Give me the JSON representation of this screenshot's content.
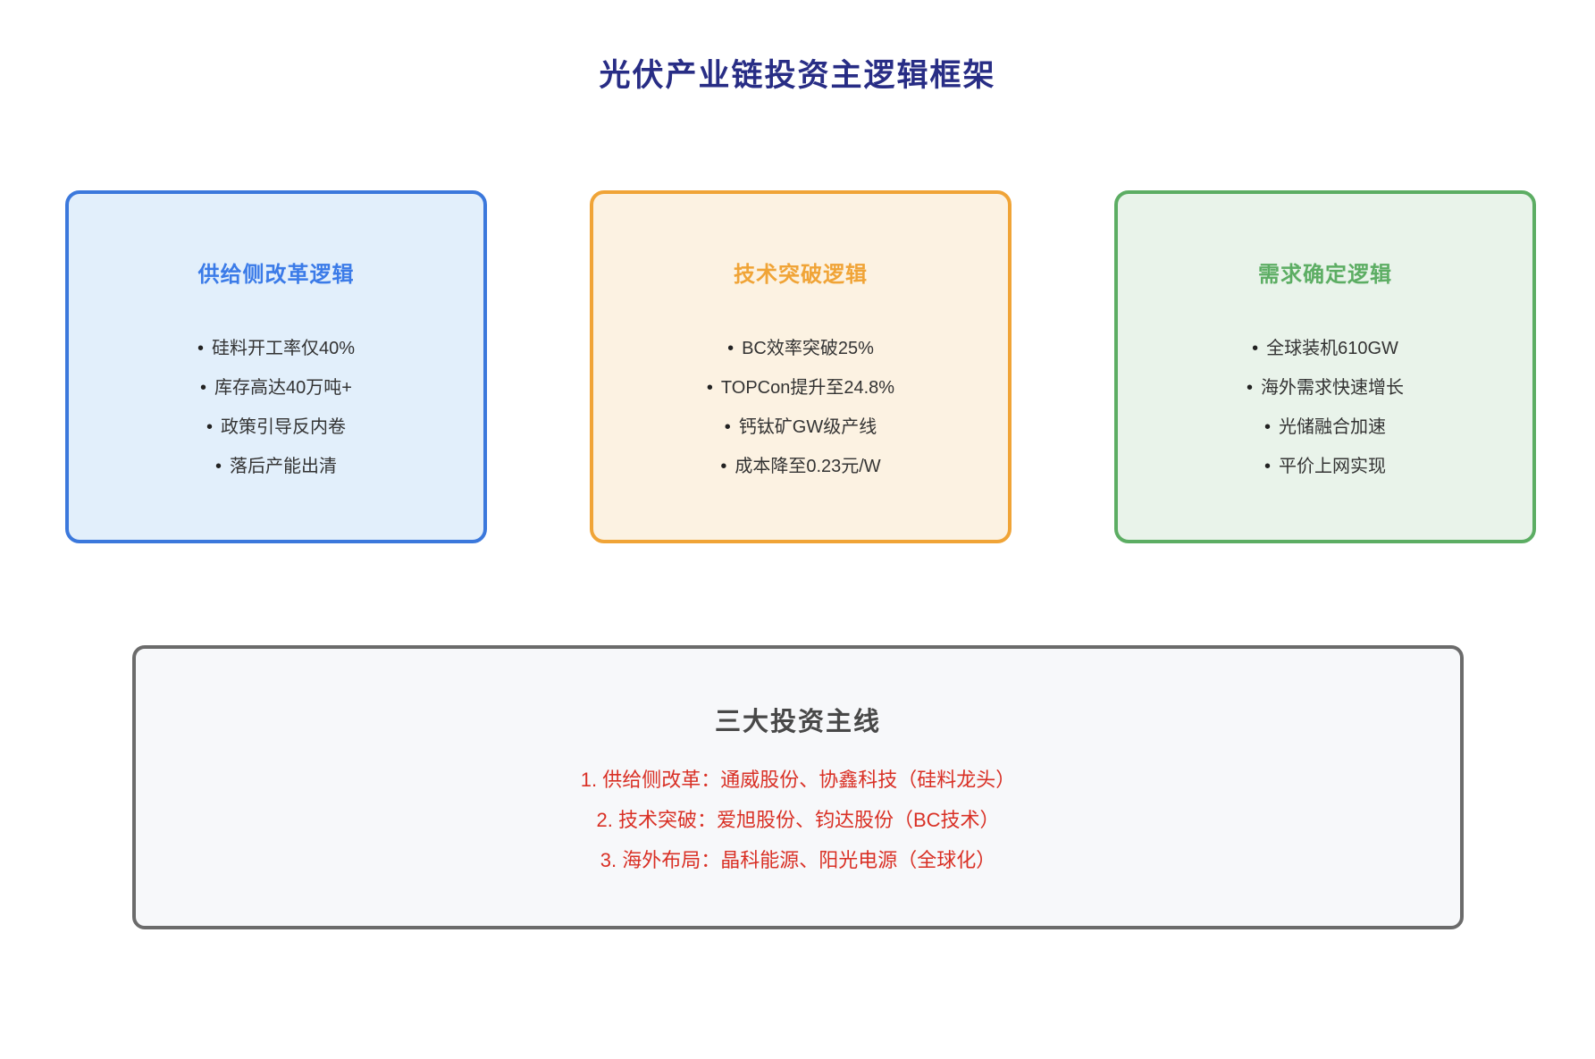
{
  "page_title": "光伏产业链投资主逻辑框架",
  "glyphs": {
    "bullet": "•"
  },
  "colors": {
    "page_title_text": "#282D85",
    "supply_accent": "#3B7BE8",
    "supply_border": "#3B78DC",
    "supply_background": "#E2EFFB",
    "tech_accent": "#F0A437",
    "tech_background": "#FCF2E2",
    "demand_accent": "#5CAD63",
    "demand_background": "#E9F3EA",
    "summary_border": "#6B6B6B",
    "summary_background": "#F7F8FA",
    "summary_line_text": "#D93025",
    "summary_title_text": "#484848",
    "bullet_text": "#333333"
  },
  "boxes": [
    {
      "id": "supply-side-reform",
      "title": "供给侧改革逻辑",
      "bullets": [
        "硅料开工率仅40%",
        "库存高达40万吨+",
        "政策引导反内卷",
        "落后产能出清"
      ]
    },
    {
      "id": "tech-breakthrough",
      "title": "技术突破逻辑",
      "bullets": [
        "BC效率突破25%",
        "TOPCon提升至24.8%",
        "钙钛矿GW级产线",
        "成本降至0.23元/W"
      ]
    },
    {
      "id": "demand-certainty",
      "title": "需求确定逻辑",
      "bullets": [
        "全球装机610GW",
        "海外需求快速增长",
        "光储融合加速",
        "平价上网实现"
      ]
    }
  ],
  "summary": {
    "title": "三大投资主线",
    "lines": [
      "1. 供给侧改革：通威股份、协鑫科技（硅料龙头）",
      "2. 技术突破：爱旭股份、钧达股份（BC技术）",
      "3. 海外布局：晶科能源、阳光电源（全球化）"
    ]
  }
}
